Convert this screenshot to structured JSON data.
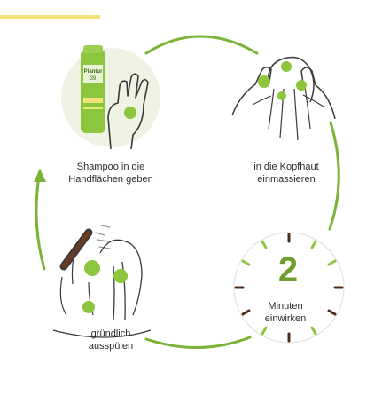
{
  "colors": {
    "accent_green": "#8cc63f",
    "arrow_green": "#7ab338",
    "top_bar_yellow": "#f2e27a",
    "timer_dark": "#4a2b1a",
    "timer_digit": "#6e9e2b",
    "line_art": "#3a3a3a",
    "bottle_body": "#8cc63f"
  },
  "steps": [
    {
      "icon": "shampoo-bottle-hand-icon",
      "caption_lines": [
        "Shampoo in die",
        "Handflächen geben"
      ]
    },
    {
      "icon": "head-massage-icon",
      "caption_lines": [
        "in die Kopfhaut",
        "einmassieren"
      ]
    },
    {
      "icon": "timer-icon",
      "timer_value": "2",
      "caption_lines": [
        "Minuten",
        "einwirken"
      ]
    },
    {
      "icon": "shower-rinse-icon",
      "caption_lines": [
        "gründlich",
        "ausspülen"
      ]
    }
  ],
  "bottle": {
    "brand": "Plantur",
    "brand_number": "39"
  }
}
